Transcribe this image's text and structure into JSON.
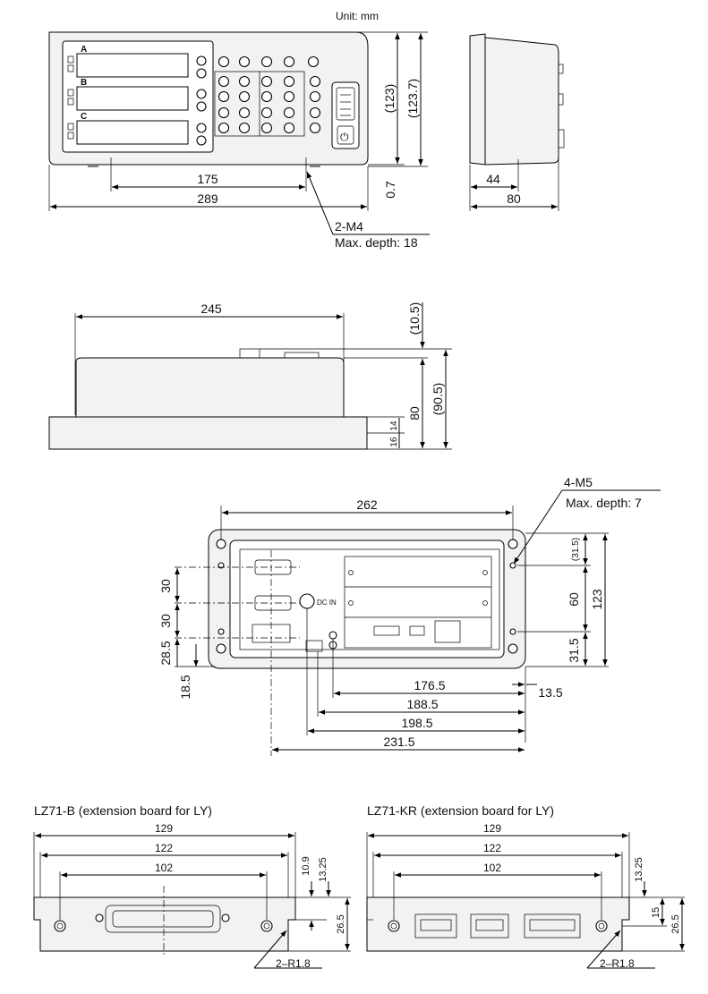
{
  "header": {
    "unit": "Unit: mm"
  },
  "front_view": {
    "axes": [
      "A",
      "B",
      "C"
    ],
    "dims": {
      "height_outer": "(123)",
      "height_total": "(123.7)",
      "foot": "0.7",
      "hole_pitch": "175",
      "width": "289"
    },
    "callout": {
      "thread": "2-M4",
      "depth": "Max. depth: 18"
    }
  },
  "side_view": {
    "dims": {
      "top": "44",
      "depth": "80"
    }
  },
  "top_view": {
    "dims": {
      "width": "245",
      "upper": "(10.5)",
      "body": "80",
      "total": "(90.5)",
      "a": "14",
      "b": "16"
    }
  },
  "rear_view": {
    "dims": {
      "pitch": "262",
      "top": "(31.5)",
      "mid": "60",
      "height": "123",
      "bottom": "31.5",
      "right": "13.5",
      "left1": "30",
      "left2": "30",
      "left3": "28.5",
      "left4": "18.5",
      "h1": "176.5",
      "h2": "188.5",
      "h3": "198.5",
      "h4": "231.5"
    },
    "dc_label": "DC IN",
    "callout": {
      "thread": "4-M5",
      "depth": "Max. depth: 7"
    }
  },
  "board_b": {
    "title": "LZ71-B (extension board for LY)",
    "dims": {
      "w1": "129",
      "w2": "122",
      "w3": "102",
      "v1": "10.9",
      "v2": "13.25",
      "v3": "26.5"
    },
    "radius": "2–R1.8"
  },
  "board_kr": {
    "title": "LZ71-KR (extension board for LY)",
    "dims": {
      "w1": "129",
      "w2": "122",
      "w3": "102",
      "v1": "13.25",
      "v2": "15",
      "v3": "26.5"
    },
    "radius": "2–R1.8"
  }
}
